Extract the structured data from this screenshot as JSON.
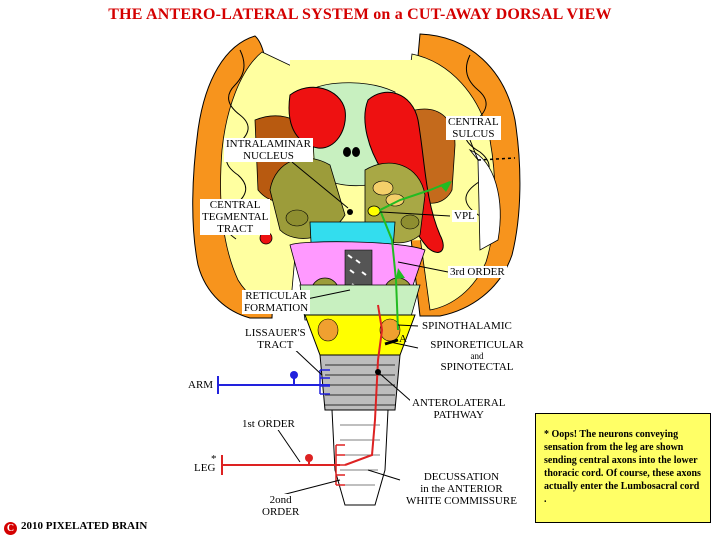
{
  "title": "THE ANTERO-LATERAL SYSTEM on a CUT-AWAY DORSAL VIEW",
  "labels": {
    "central_sulcus": [
      "CENTRAL",
      "SULCUS"
    ],
    "intralaminar": [
      "INTRALAMINAR",
      "NUCLEUS"
    ],
    "central_tegmental": [
      "CENTRAL",
      "TEGMENTAL",
      "TRACT"
    ],
    "vpl": "VPL",
    "third_order": "3rd ORDER",
    "reticular": [
      "RETICULAR",
      "FORMATION"
    ],
    "spinothalamic": "SPINOTHALAMIC",
    "lissauer": [
      "LISSAUER'S",
      "TRACT"
    ],
    "spinoreticular": "SPINORETICULAR",
    "and": "and",
    "spinotectal": "SPINOTECTAL",
    "a_marker": "A",
    "arm": "ARM",
    "anterolateral": [
      "ANTEROLATERAL",
      "PATHWAY"
    ],
    "first_order": "1st  ORDER",
    "asterisk": "*",
    "leg": "LEG",
    "decussation": [
      "DECUSSATION",
      "in the ANTERIOR",
      "WHITE COMMISSURE"
    ],
    "second_order": [
      "2ond",
      "ORDER"
    ]
  },
  "note": "* Oops!  The neurons conveying sensation from the leg are shown sending central  axons into the  lower thoracic cord.  Of course, these axons actually enter the Lumbosacral cord .",
  "copyright": "2010  PIXELATED BRAIN",
  "copyright_mark": "C",
  "colors": {
    "title": "#d40000",
    "cortex": "#f7941d",
    "white_matter": "#ffffa0",
    "red_nucleus": "#ee1111",
    "thalamus": "#9c9c3a",
    "cerebellum_green": "#c8f0c0",
    "pink": "#ff99ff",
    "cyan": "#33ddee",
    "medulla": "#ffff00",
    "cord_gray": "#bdbdbd",
    "arm_pathway": "#2222dd",
    "leg_pathway": "#dd2222",
    "spinothalamic": "#22bb22",
    "note_bg": "#ffff66"
  }
}
